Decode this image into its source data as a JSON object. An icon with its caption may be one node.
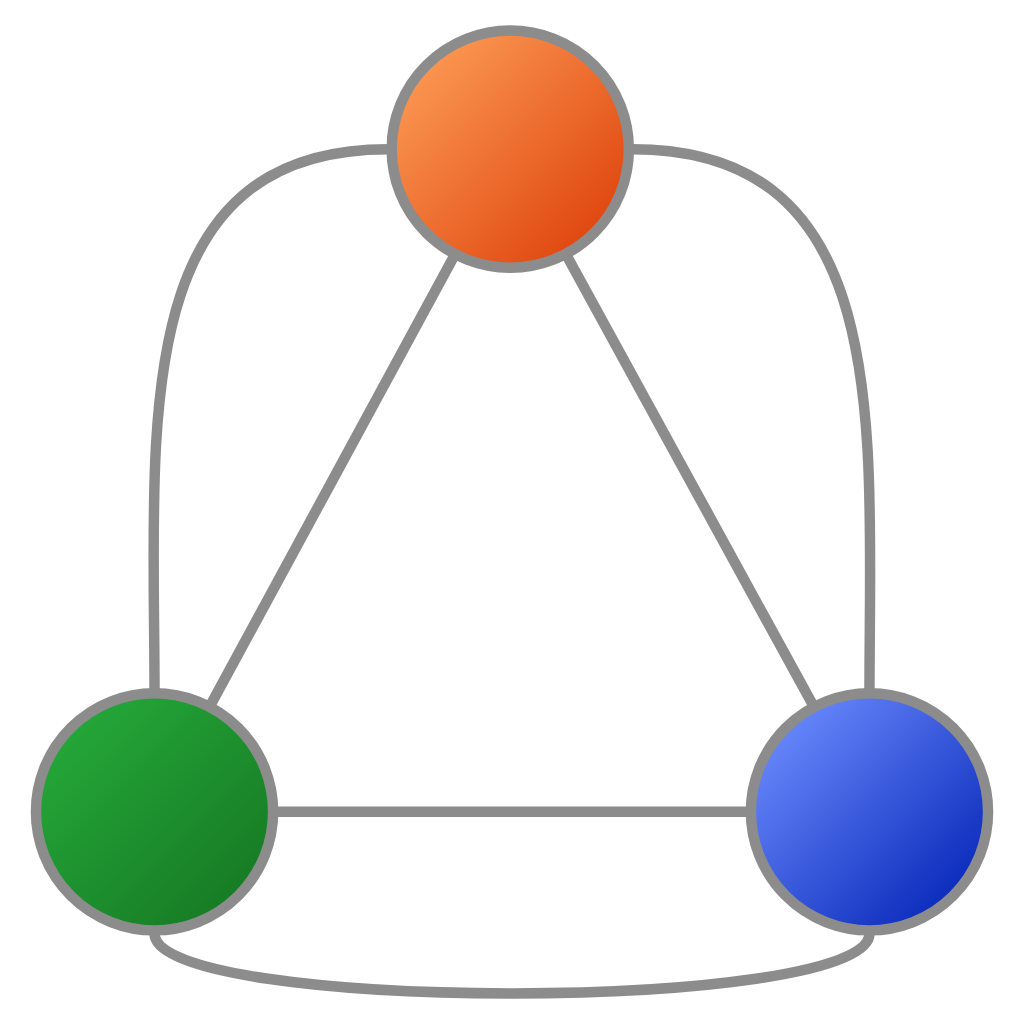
{
  "diagram": {
    "nodes": [
      {
        "text": [],
        "shape": "circle"
      },
      {
        "text": [],
        "shape": "circle"
      },
      {
        "text": [],
        "shape": "circle"
      }
    ],
    "edges": [
      {
        "from": 0,
        "to": 1,
        "arrow": "none"
      },
      {
        "from": 0,
        "to": 2,
        "arrow": "none"
      },
      {
        "from": 1,
        "to": 2,
        "arrow": "none"
      },
      {
        "from": 0,
        "to": 1,
        "arrow": "none"
      },
      {
        "from": 1,
        "to": 2,
        "arrow": "none"
      },
      {
        "from": 2,
        "to": 0,
        "arrow": "none"
      }
    ]
  }
}
